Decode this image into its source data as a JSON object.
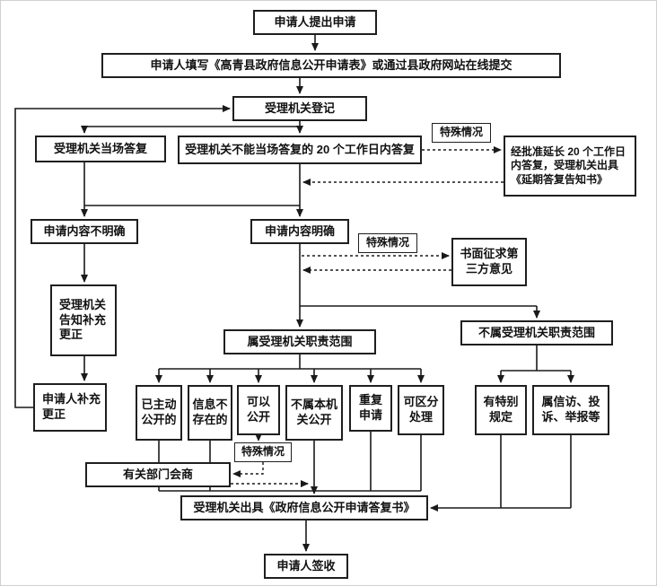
{
  "colors": {
    "line": "#1a1a1a",
    "box_border": "#1f1f1f",
    "box_bg": "#ffffff",
    "text": "#111111"
  },
  "special_case_label": "特殊情况",
  "nodes": {
    "apply": "申请人提出申请",
    "fill_form": "申请人填写《高青县政府信息公开申请表》或通过县政府网站在线提交",
    "register": "受理机关登记",
    "onspot": "受理机关当场答复",
    "within20": "受理机关不能当场答复的 20 个工作日内答复",
    "extension": "经批准延长 20 个工作日\n内答复，受理机关出具\n《延期答复告知书》",
    "unclear": "申请内容不明确",
    "clear": "申请内容明确",
    "third_party": "书面征求第\n三方意见",
    "notify": "受理机关\n告知补充\n更正",
    "in_scope": "属受理机关职责范围",
    "out_scope": "不属受理机关职责范围",
    "supplement": "申请人补充\n更正",
    "b1": "已主动\n公开的",
    "b2": "信息不\n存在的",
    "b3": "可以\n公开",
    "b4": "不属本机\n关公开",
    "b5": "重复\n申请",
    "b6": "可区分\n处理",
    "r1": "有特别\n规定",
    "r2": "属信访、投\n诉、举报等",
    "consult": "有关部门会商",
    "reply": "受理机关出具《政府信息公开申请答复书》",
    "sign": "申请人签收"
  }
}
